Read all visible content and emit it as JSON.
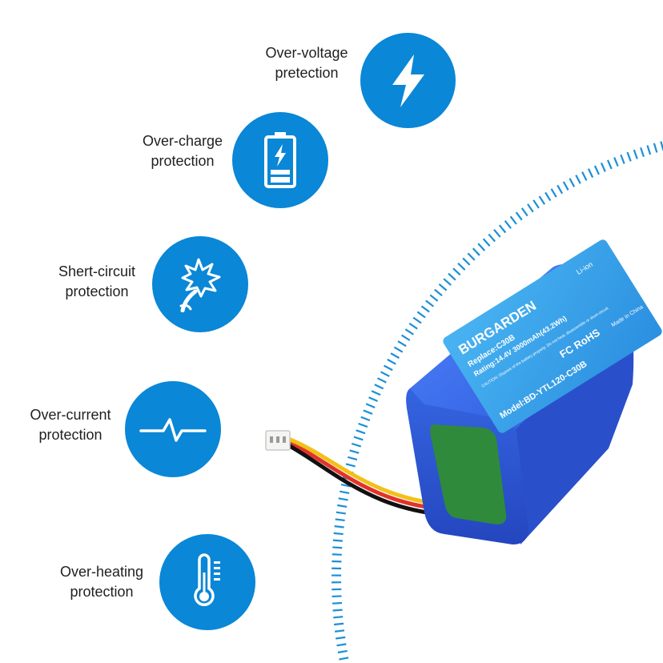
{
  "features": [
    {
      "id": "over-voltage",
      "line1": "Over-voltage",
      "line2": "pretection",
      "icon": "lightning-bolt-icon"
    },
    {
      "id": "over-charge",
      "line1": "Over-charge",
      "line2": "protection",
      "icon": "battery-charging-icon"
    },
    {
      "id": "short-circuit",
      "line1": "Shert-circuit",
      "line2": "protection",
      "icon": "spark-burst-icon"
    },
    {
      "id": "over-current",
      "line1": "Over-current",
      "line2": "protection",
      "icon": "pulse-wave-icon"
    },
    {
      "id": "over-heating",
      "line1": "Over-heating",
      "line2": "protection",
      "icon": "thermometer-icon"
    }
  ],
  "battery": {
    "brand": "BURGARDEN",
    "chemistry": "Li-ion",
    "replace": "Replace:C30B",
    "rating": "Rating:14.4V 3000mAh(43.2Wh)",
    "model": "Model:BD-YTL120-C30B",
    "origin": "Made in China",
    "certifications": "FC RoHS",
    "caution": "CAUTION: Dispose of the battery properly. Do not heat, disassemble or short-circuit."
  },
  "colors": {
    "accent": "#0a87d6",
    "battery_body": "#2f5fd8",
    "label": "#33a0e8",
    "insulator": "#2f8a3c"
  }
}
